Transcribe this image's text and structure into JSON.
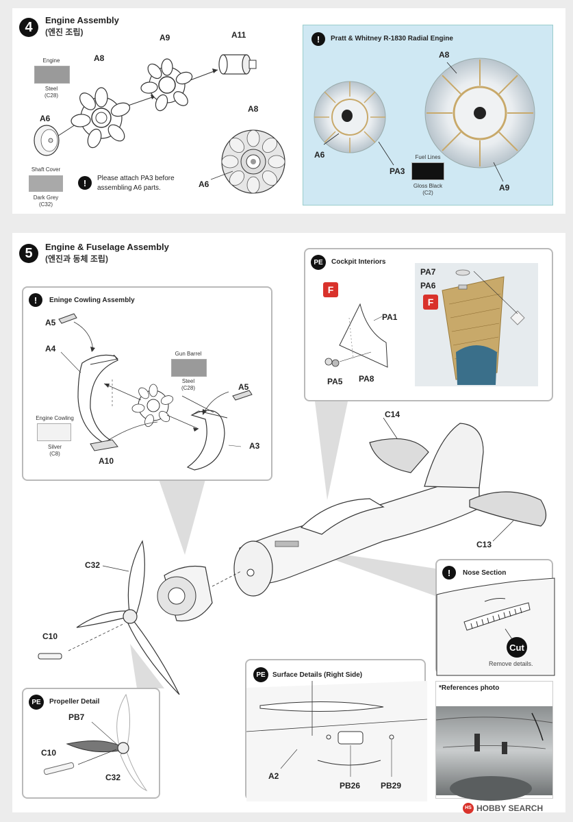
{
  "step4": {
    "number": "4",
    "title": "Engine Assembly",
    "subtitle": "(엔진 조립)",
    "parts": {
      "a8": "A8",
      "a9": "A9",
      "a11": "A11",
      "a6_left": "A6",
      "a8_right": "A8",
      "a6_right": "A6"
    },
    "engine_color": {
      "name": "Engine",
      "color": "Steel",
      "code": "(C28)",
      "hex": "#9a9a9a"
    },
    "shaft_color": {
      "name": "Shaft Cover",
      "color": "Dark Grey",
      "code": "(C32)",
      "hex": "#a9a9a9"
    },
    "note": "Please attach PA3 before assembling A6 parts.",
    "note_icon": "!",
    "photo_box": {
      "icon": "!",
      "title": "Pratt & Whitney R-1830 Radial Engine",
      "labels": {
        "a8": "A8",
        "a6": "A6",
        "pa3": "PA3",
        "a9": "A9"
      },
      "fuel": {
        "name": "Fuel Lines",
        "color": "Gloss Black",
        "code": "(C2)",
        "hex": "#111111"
      },
      "bg_hex": "#cfe8f3"
    }
  },
  "step5": {
    "number": "5",
    "title": "Engine & Fuselage Assembly",
    "subtitle": "(엔진과 동체 조립)",
    "cowling_box": {
      "icon": "!",
      "title": "Eninge Cowling Assembly",
      "parts": {
        "a5_top": "A5",
        "a4": "A4",
        "a5_right": "A5",
        "a3": "A3",
        "a10": "A10"
      },
      "gun_barrel": {
        "name": "Gun Barrel",
        "color": "Steel",
        "code": "(C28)",
        "hex": "#9a9a9a"
      },
      "cowling_color": {
        "name": "Engine Cowling",
        "color": "Silver",
        "code": "(C8)",
        "hex": "#f2f2f2"
      }
    },
    "cockpit_box": {
      "icon": "PE",
      "title": "Cockpit Interiors",
      "f_badge": "F",
      "parts": {
        "pa1": "PA1",
        "pa5": "PA5",
        "pa8": "PA8",
        "pa7": "PA7",
        "pa6": "PA6"
      },
      "photo_f": "F"
    },
    "main_parts": {
      "c14": "C14",
      "c13": "C13",
      "c32": "C32",
      "c10": "C10"
    },
    "nose_box": {
      "icon": "!",
      "title": "Nose Section",
      "cut": "Cut",
      "remove": "Remove details."
    },
    "surface_box": {
      "icon": "PE",
      "title": "Surface Details (Right Side)",
      "parts": {
        "a2": "A2",
        "pb26": "PB26",
        "pb29": "PB29"
      }
    },
    "prop_box": {
      "icon": "PE",
      "title": "Propeller Detail",
      "parts": {
        "pb7": "PB7",
        "c10": "C10",
        "c32": "C32"
      }
    },
    "reference": {
      "title": "*References photo"
    }
  },
  "watermark": "HOBBY SEARCH",
  "watermark_icon": "HS"
}
